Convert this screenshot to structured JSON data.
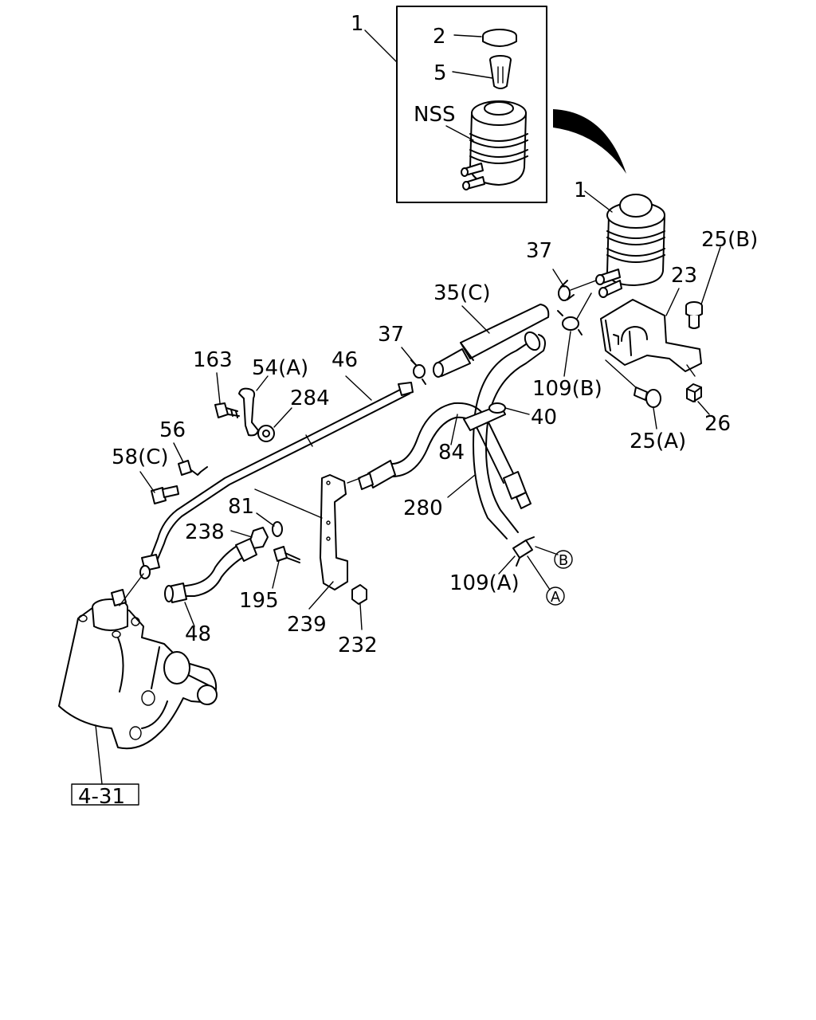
{
  "callouts": {
    "c1_top": "1",
    "c2": "2",
    "c5": "5",
    "nss": "NSS",
    "c1_main": "1",
    "c25b": "25(B)",
    "c37_top": "37",
    "c23": "23",
    "c35c": "35(C)",
    "c37_mid": "37",
    "c163": "163",
    "c54a": "54(A)",
    "c46": "46",
    "c284": "284",
    "c109b": "109(B)",
    "c40": "40",
    "c56": "56",
    "c58c": "58(C)",
    "c84": "84",
    "c25a": "25(A)",
    "c26": "26",
    "c81": "81",
    "c280": "280",
    "c238": "238",
    "c195": "195",
    "c48": "48",
    "c239": "239",
    "c232": "232",
    "c109a": "109(A)",
    "ref_box": "4-31"
  },
  "connectors": {
    "a": "A",
    "b": "B"
  }
}
